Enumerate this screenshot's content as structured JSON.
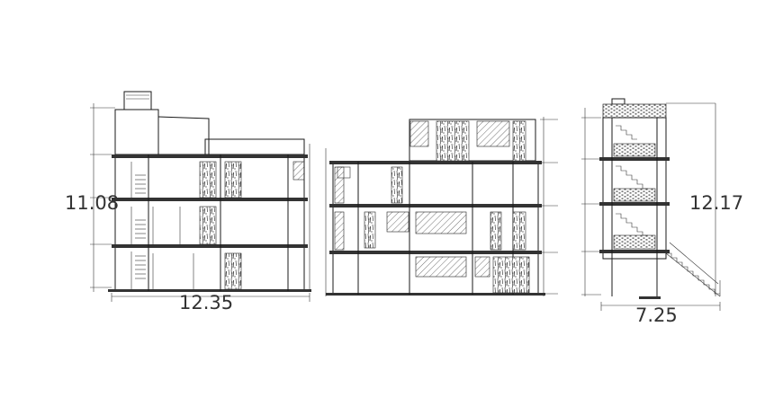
{
  "drawing": {
    "left_elevation": {
      "width_label": "12.35",
      "height_label": "11.08"
    },
    "middle_section": {},
    "right_elevation": {
      "width_label": "7.25",
      "height_label": "12.17"
    }
  },
  "colors": {
    "line": "#1a1a1a",
    "hatch": "#333333",
    "background": "#ffffff"
  }
}
